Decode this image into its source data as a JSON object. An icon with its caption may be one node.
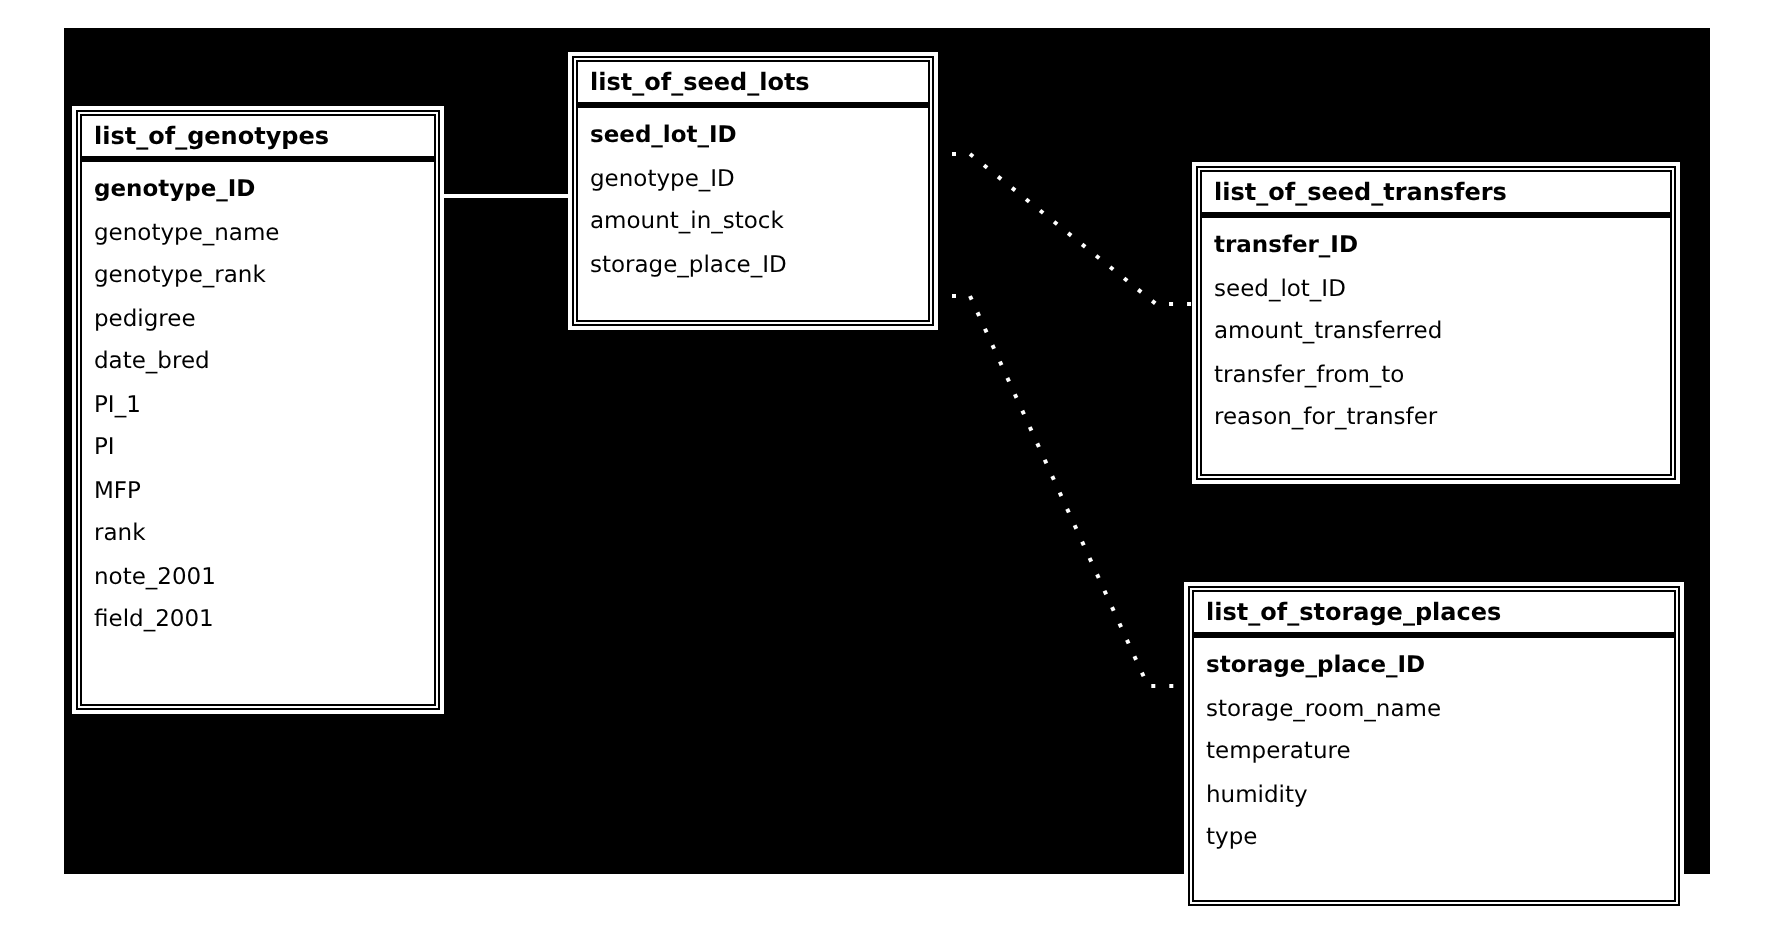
{
  "diagram": {
    "nodes": [
      {
        "text": [
          "list_of_genotypes",
          "genotype_ID",
          "genotype_name",
          "genotype_rank",
          "pedigree",
          "date_bred",
          "PI_1",
          "PI",
          "MFP",
          "rank",
          "note_2001",
          "field_2001"
        ]
      },
      {
        "text": [
          "list_of_seed_lots",
          "seed_lot_ID",
          "genotype_ID",
          "amount_in_stock",
          "storage_place_ID"
        ]
      },
      {
        "text": [
          "list_of_seed_transfers",
          "transfer_ID",
          "seed_lot_ID",
          "amount_transferred",
          "transfer_from_to",
          "reason_for_transfer"
        ]
      },
      {
        "text": [
          "list_of_storage_places",
          "storage_place_ID",
          "storage_room_name",
          "temperature",
          "humidity",
          "type"
        ]
      }
    ],
    "edges": [
      {
        "from": 0,
        "to": 1,
        "arrow": "none"
      },
      {
        "from": 1,
        "to": 2,
        "arrow": "none",
        "style": "dashed"
      },
      {
        "from": 1,
        "to": 3,
        "arrow": "none",
        "style": "dashed"
      }
    ]
  }
}
